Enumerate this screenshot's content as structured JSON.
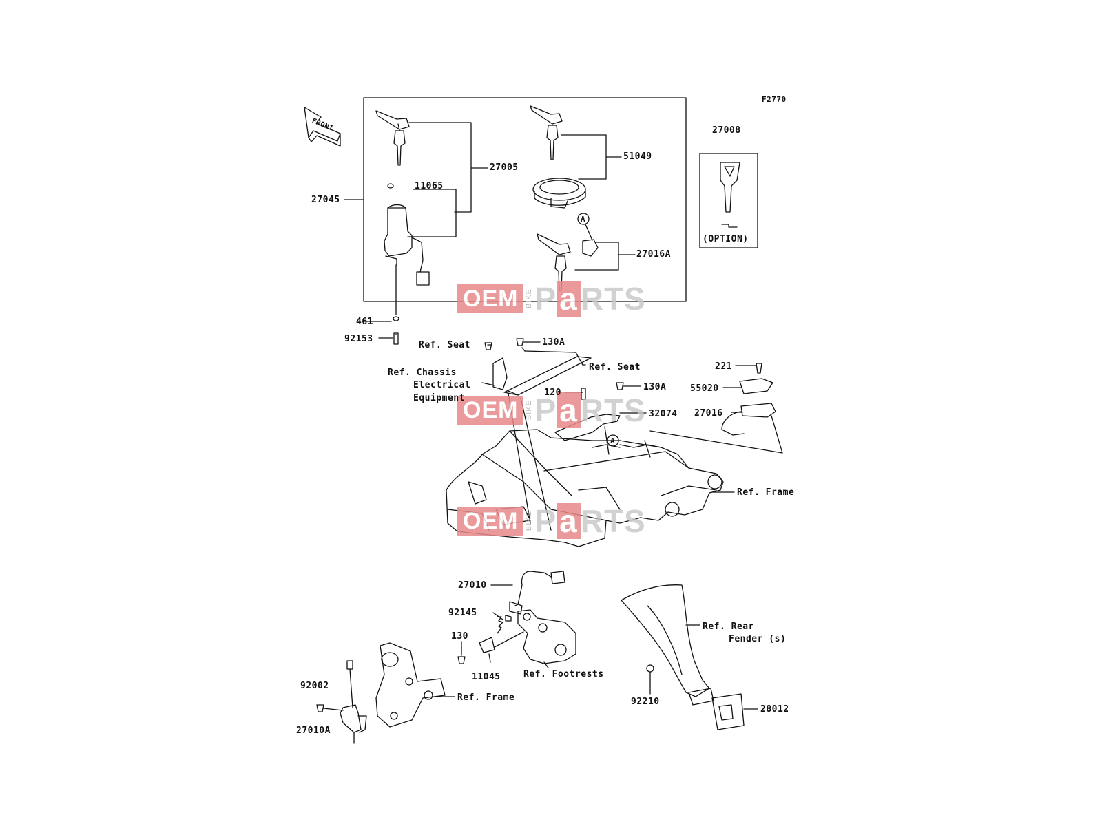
{
  "figure_code": "F2770",
  "front_label": "FRONT",
  "option_label": "(OPTION)",
  "watermark": {
    "oem": "OEM",
    "bike": "BIKE",
    "parts_p": "P",
    "parts_a": "a",
    "parts_rest": "RTS"
  },
  "callout_a": "A",
  "labels": {
    "p27005": "27005",
    "p51049": "51049",
    "p27008": "27008",
    "p27045": "27045",
    "p11065": "11065",
    "p27016A": "27016A",
    "p461": "461",
    "p92153": "92153",
    "ref_seat_1": "Ref. Seat",
    "p130A_1": "130A",
    "ref_seat_2": "Ref. Seat",
    "ref_chassis_1": "Ref. Chassis",
    "ref_chassis_2": "Electrical",
    "ref_chassis_3": "Equipment",
    "p221": "221",
    "p55020": "55020",
    "p120": "120",
    "p130A_2": "130A",
    "p32074": "32074",
    "p27016": "27016",
    "ref_frame_1": "Ref. Frame",
    "p27010": "27010",
    "p92145": "92145",
    "p130": "130",
    "p11045": "11045",
    "ref_footrests": "Ref. Footrests",
    "ref_rear_1": "Ref. Rear",
    "ref_rear_2": "Fender (s)",
    "p92002": "92002",
    "ref_frame_2": "Ref. Frame",
    "p27010A": "27010A",
    "p92210": "92210",
    "p28012": "28012"
  }
}
